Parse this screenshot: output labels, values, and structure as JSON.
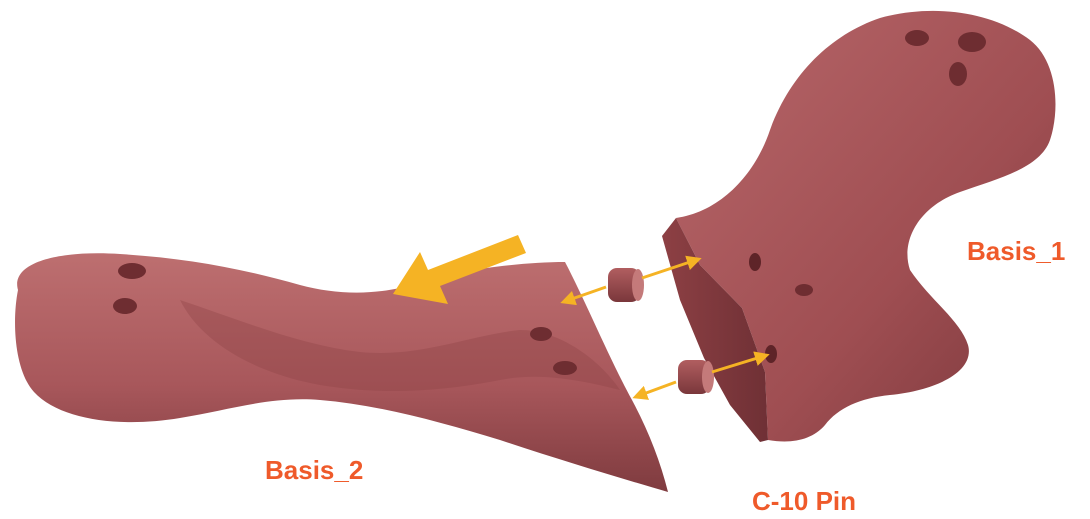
{
  "labels": {
    "basis_1": "Basis_1",
    "basis_2": "Basis_2",
    "pin": "C-10 Pin"
  },
  "colors": {
    "label": "#ef5a2a",
    "arrow": "#f5b324",
    "model": "#a7555a",
    "model_shadow": "#7e3a3e",
    "model_highlight": "#c47a7a",
    "cut_face": "#8a3c40"
  },
  "icons": {
    "motion_arrow": "arrow-down-left-icon",
    "assembly_arrow": "double-arrow-icon"
  }
}
